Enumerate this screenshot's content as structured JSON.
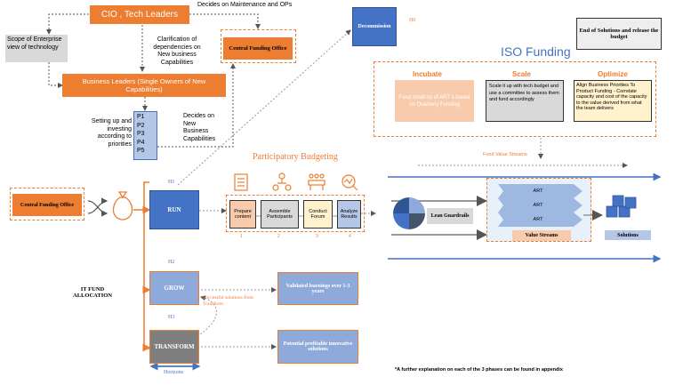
{
  "top": {
    "cio": "CIO , Tech Leaders",
    "cio_note": "Decides on Maintenance and OPs",
    "scope": "Scope of Enterprise view of technology",
    "clarification": "Clarification of dependencies on New business Capabilities",
    "business_leaders": "Business Leaders (Single Owners of New Capabilities)",
    "setting_up": "Setting up and investing according to priorities",
    "priorities": [
      "P1",
      "P2",
      "P3",
      "P4",
      "P5"
    ],
    "decides_new": "Decides on New Business Capabilities",
    "central_funding_top": "Central Funding Office",
    "decommission": "Decommission",
    "h0": "H0",
    "end_solutions": "End of Solutions and release the budget"
  },
  "iso": {
    "title": "ISO Funding",
    "incubate_title": "Incubate",
    "incubate_text": "Fund small no of ART s based on Quarterly Funding",
    "scale_title": "Scale",
    "scale_text": "Scale it up with tech budget and use a committee to assess them and fund accordingly",
    "optimize_title": "Optimize",
    "optimize_text": "Align Business Priorities To Product Funding - Correlate capacity and cost of the capacity to the value derived from what the team delivers"
  },
  "flow": {
    "fund_value_streams": "Fund Value Streams",
    "participatory": "Participatory Budgeting",
    "steps": [
      {
        "label": "Prepare content",
        "num": "1"
      },
      {
        "label": "Assemble Participants",
        "num": "2"
      },
      {
        "label": "Conduct Forum",
        "num": "3"
      },
      {
        "label": "Analyze Results",
        "num": "4"
      }
    ],
    "central_funding_left": "Central Funding Office",
    "h1": "H1",
    "run": "RUN",
    "h2": "H2",
    "grow": "GROW",
    "h3": "H3",
    "transform": "TRANSFORM",
    "horizons": "Horizons",
    "it_fund": "IT FUND ALLOCATION",
    "successful": "Successful solutions from Transform",
    "validated": "Validated learnings over 1-3 years",
    "potential": "Potential profitable innovative solutions",
    "lean_guardrails": "Lean Guardrails",
    "arts": [
      "ART",
      "ART",
      "ART"
    ],
    "value_streams": "Value Streams",
    "solutions": "Solutions",
    "footnote": "*A further explanation on each of the 3 phases can be found in appendix"
  },
  "colors": {
    "orange": "#ed7d31",
    "blue": "#4472c4",
    "light_blue": "#8eaadb",
    "grey": "#d9d9d9",
    "peach": "#f8cbad"
  }
}
